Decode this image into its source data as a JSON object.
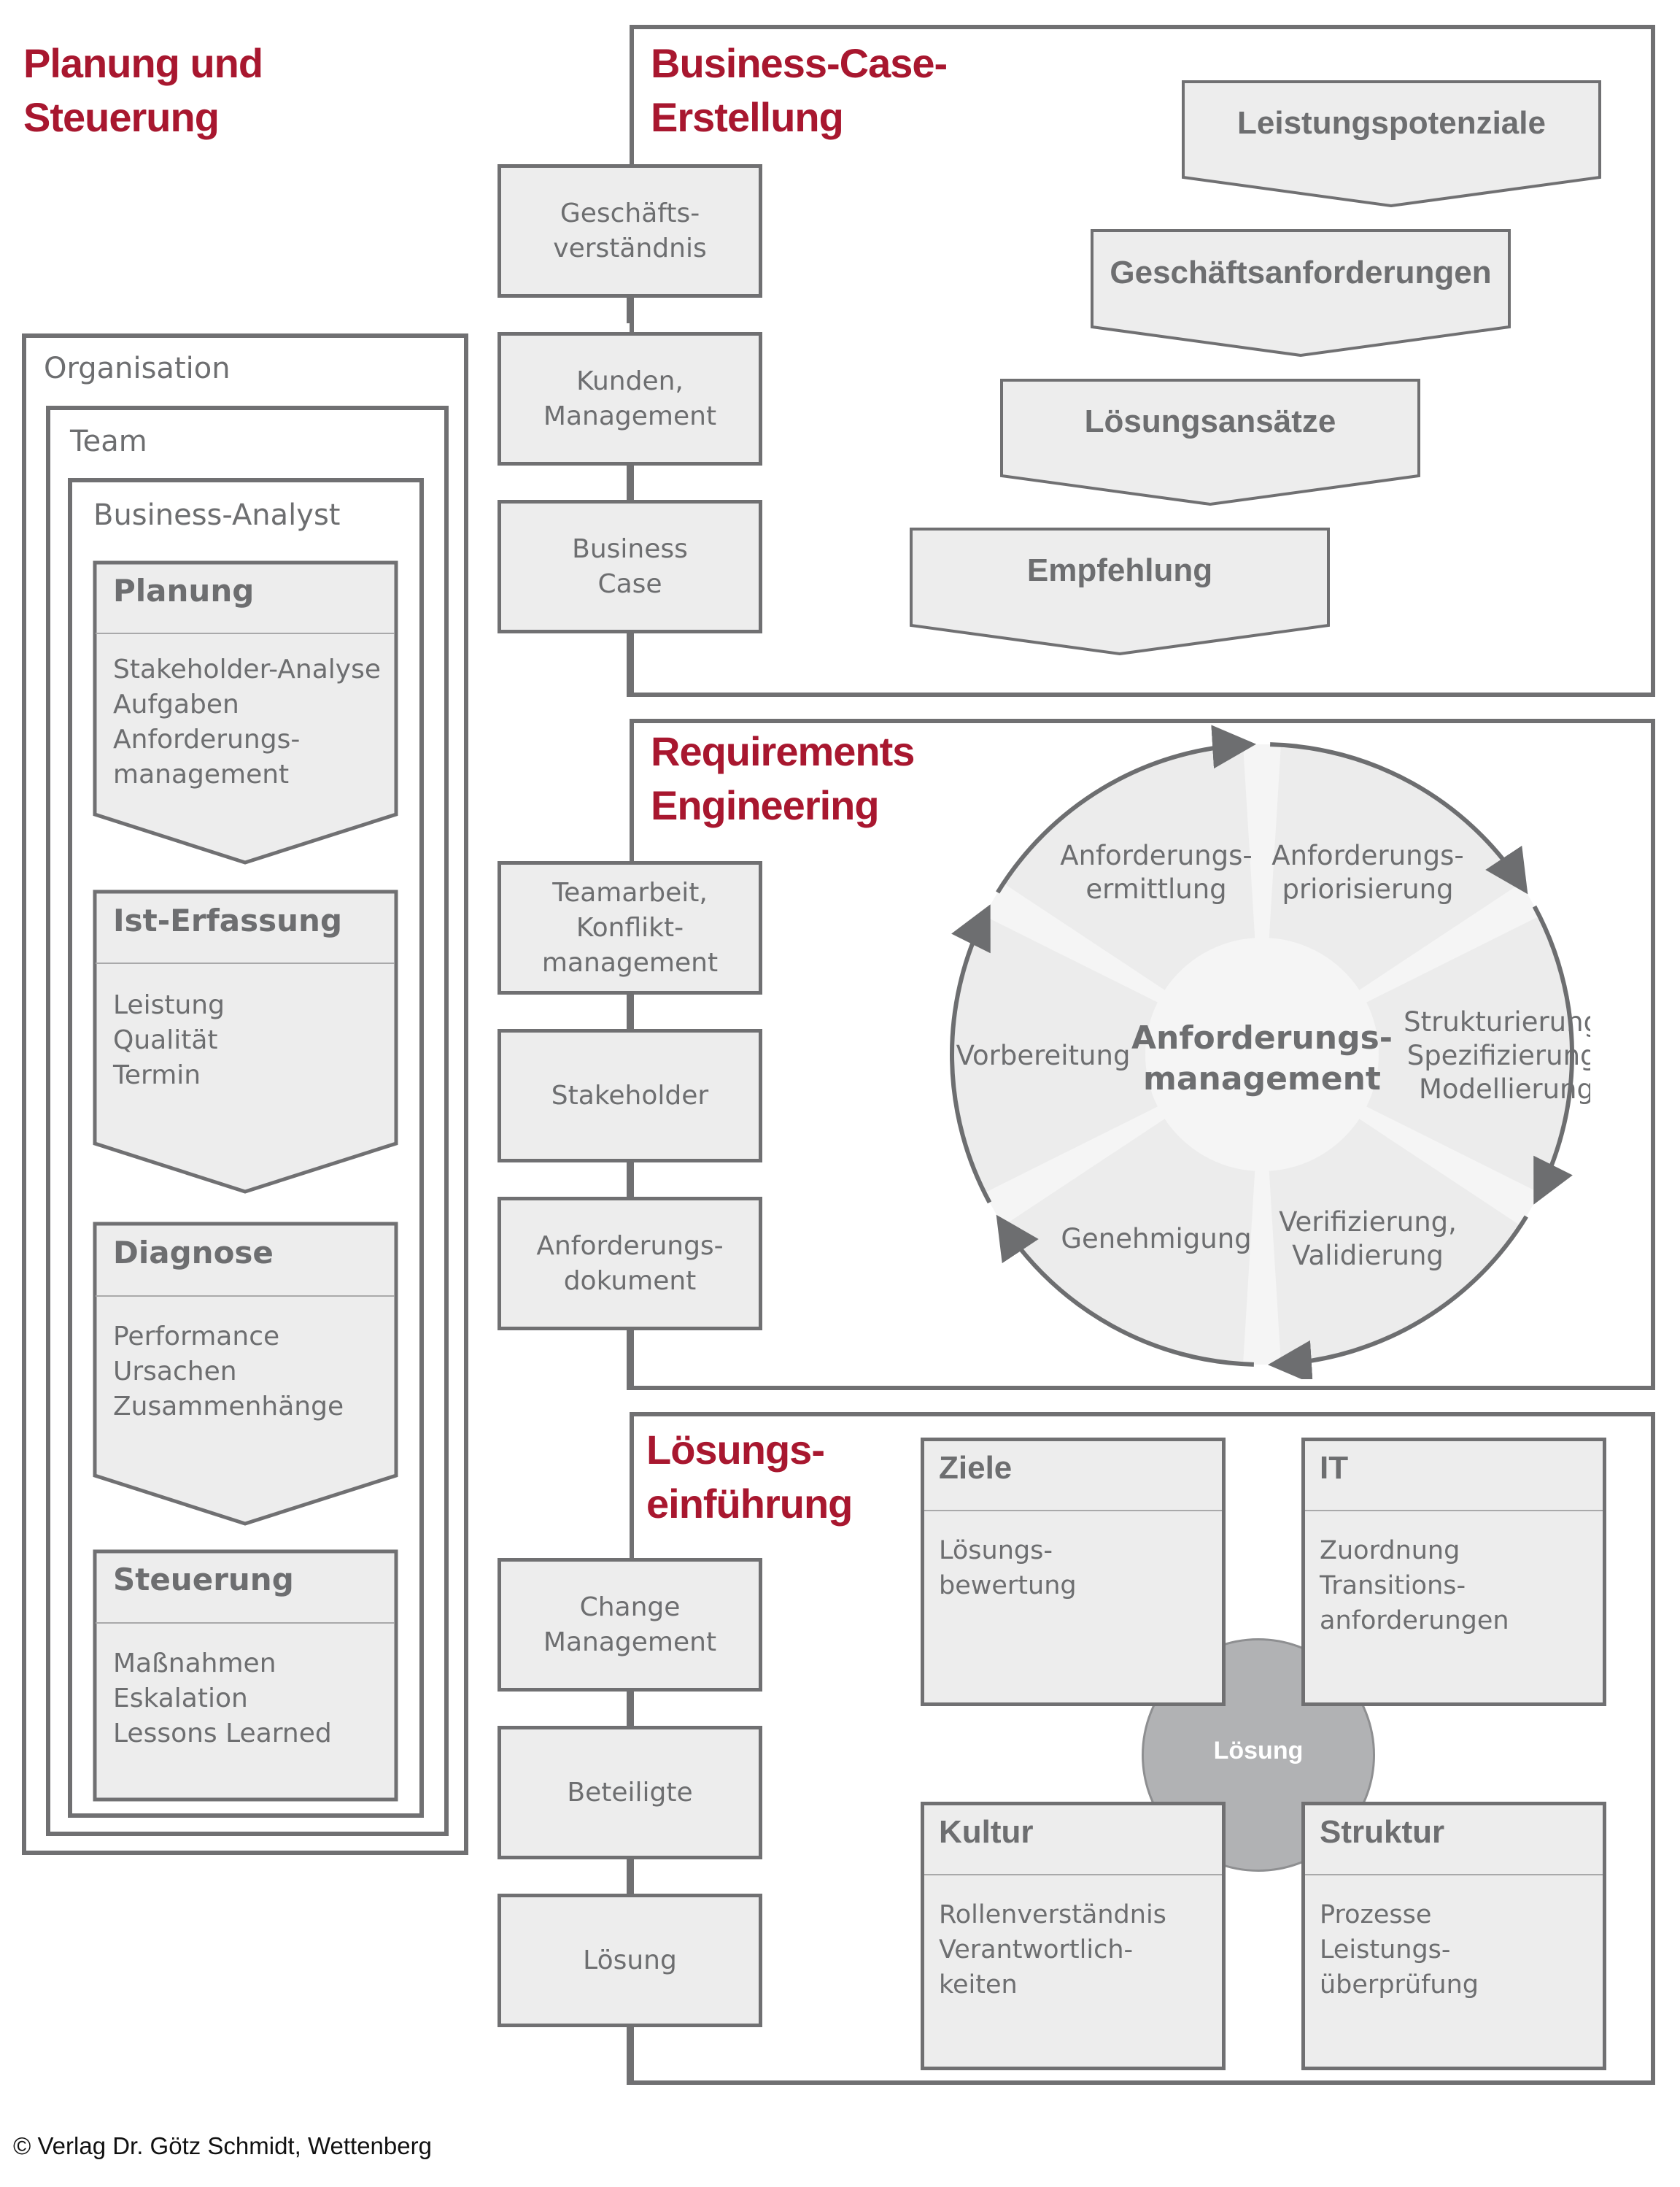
{
  "planning": {
    "title_line1": "Planung und",
    "title_line2": "Steuerung",
    "frames": {
      "organisation": "Organisation",
      "team": "Team",
      "analyst": "Business-Analyst"
    },
    "phases": [
      {
        "title": "Planung",
        "items": "Stakeholder-Analyse\nAufgaben\nAnforderungs-\nmanagement"
      },
      {
        "title": "Ist-Erfassung",
        "items": "Leistung\nQualität\nTermin"
      },
      {
        "title": "Diagnose",
        "items": "Performance\nUrsachen\nZusammenhänge"
      },
      {
        "title": "Steuerung",
        "items": "Maßnahmen\nEskalation\nLessons Learned"
      }
    ]
  },
  "business_case": {
    "title_line1": "Business-Case-",
    "title_line2": "Erstellung",
    "side_steps": [
      "Geschäfts-\nverständnis",
      "Kunden,\nManagement",
      "Business\nCase"
    ],
    "stages": [
      "Leistungspotenziale",
      "Geschäftsanforderungen",
      "Lösungsansätze",
      "Empfehlung"
    ]
  },
  "requirements": {
    "title_line1": "Requirements",
    "title_line2": "Engineering",
    "side_steps": [
      "Teamarbeit,\nKonflikt-\nmanagement",
      "Stakeholder",
      "Anforderungs-\ndokument"
    ],
    "center_line1": "Anforderungs-",
    "center_line2": "management",
    "cycle": [
      {
        "label": [
          "Anforderungs-",
          "priorisierung"
        ]
      },
      {
        "label": [
          "Strukturierung,",
          "Spezifizierung,",
          "Modellierung"
        ]
      },
      {
        "label": [
          "Verifizierung,",
          "Validierung"
        ]
      },
      {
        "label": [
          "Genehmigung"
        ]
      },
      {
        "label": [
          "Vorbereitung"
        ]
      },
      {
        "label": [
          "Anforderungs-",
          "ermittlung"
        ]
      }
    ]
  },
  "solution": {
    "title_line1": "Lösungs-",
    "title_line2": "einführung",
    "side_steps": [
      "Change\nManagement",
      "Beteiligte",
      "Lösung"
    ],
    "center": "Lösung",
    "quadrants": [
      {
        "title": "Ziele",
        "items": "Lösungs-\nbewertung"
      },
      {
        "title": "IT",
        "items": "Zuordnung\nTransitions-\nanforderungen"
      },
      {
        "title": "Kultur",
        "items": "Rollenverständnis\nVerantwortlich-\nkeiten"
      },
      {
        "title": "Struktur",
        "items": "Prozesse\nLeistungs-\nüberprüfung"
      }
    ]
  },
  "colors": {
    "accent_red": "#a8172f",
    "line_gray": "#707072",
    "fill_gray": "#ededed",
    "text_gray": "#6d6e70",
    "center_circle": "#b1b2b4"
  },
  "footer": {
    "copyright": "© Verlag Dr. Götz Schmidt, Wettenberg"
  }
}
